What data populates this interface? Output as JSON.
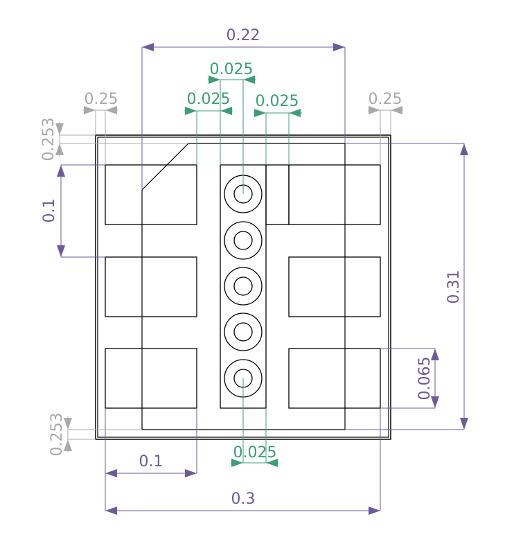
{
  "colors": {
    "major_dimension": "#6b5b9a",
    "hole_dimension": "#3c9e74",
    "minor_dimension": "#a9a9a9",
    "outline": "#000000"
  },
  "dimensions": {
    "top_width": "0.22",
    "hole_pitch_top": "0.025",
    "hole_left_offset": "0.025",
    "hole_right_offset": "0.025",
    "left_tab": "0.25",
    "right_tab": "0.25",
    "top_margin": "0.253",
    "pad_height": "0.1",
    "bottom_margin": "0.253",
    "right_height": "0.31",
    "pad_spacing": "0.065",
    "hole_width_bottom": "0.025",
    "pad_width": "0.1",
    "overall_width": "0.3"
  }
}
